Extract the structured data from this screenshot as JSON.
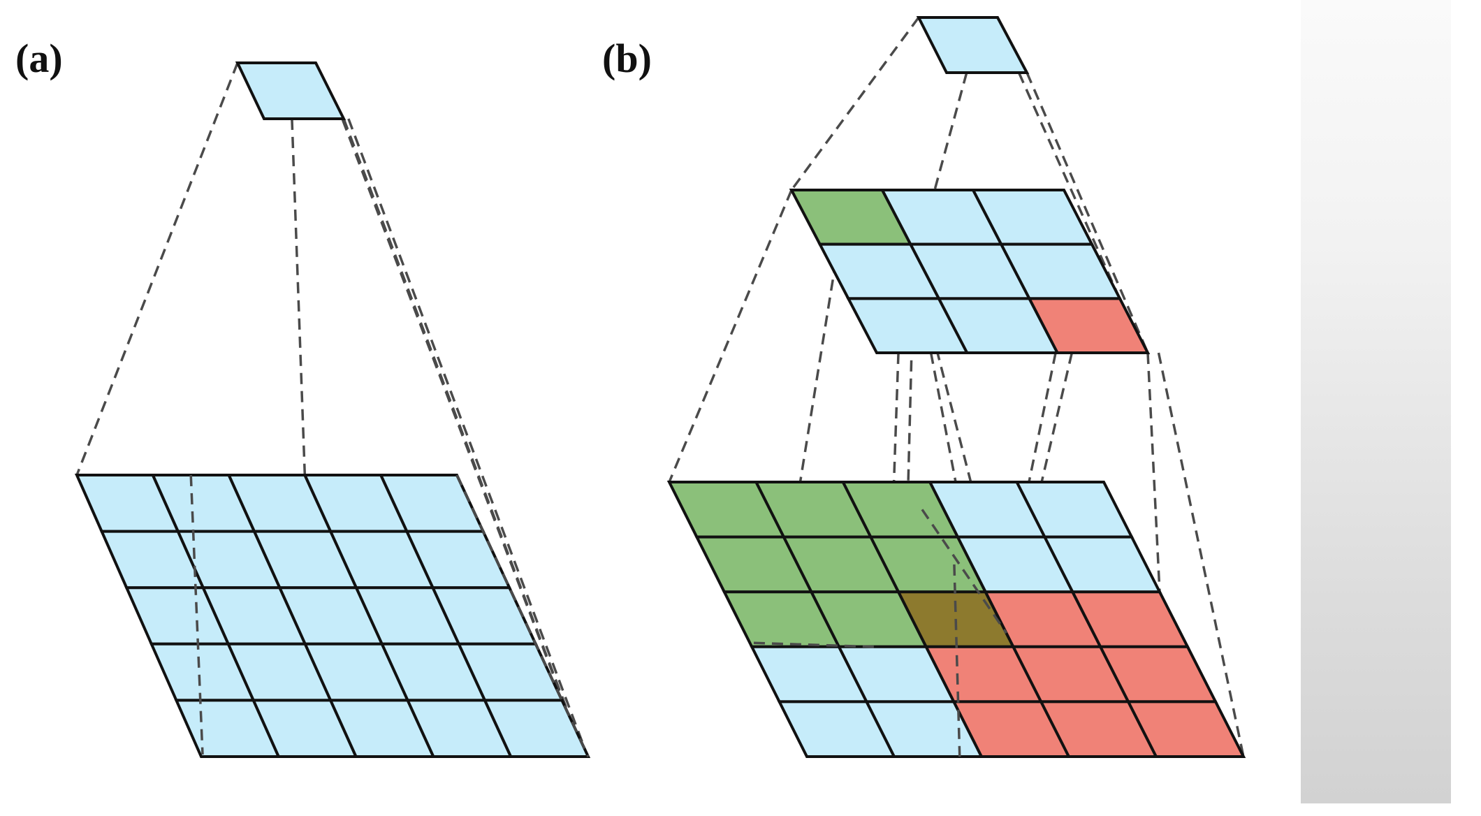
{
  "labels": {
    "a": "(a)",
    "b": "(b)"
  },
  "colors": {
    "background": "#ffffff",
    "cell_blue": "#c6ecfa",
    "cell_green": "#8bc07a",
    "cell_red": "#f08277",
    "cell_overlap": "#8d7a2e",
    "grid_line": "#111111",
    "dashed_line": "#4a4a4a"
  },
  "diagram": {
    "panel_a": {
      "input_grid": {
        "rows": 5,
        "cols": 5
      },
      "output_grid": {
        "rows": 1,
        "cols": 1
      }
    },
    "panel_b": {
      "input_grid": {
        "rows": 5,
        "cols": 5,
        "green_region": {
          "rows": [
            0,
            2
          ],
          "cols": [
            0,
            2
          ]
        },
        "red_region": {
          "rows": [
            2,
            4
          ],
          "cols": [
            2,
            4
          ]
        },
        "overlap_cell": {
          "row": 2,
          "col": 2
        }
      },
      "middle_grid": {
        "rows": 3,
        "cols": 3,
        "green_cell": {
          "row": 0,
          "col": 0
        },
        "red_cell": {
          "row": 2,
          "col": 2
        }
      },
      "output_grid": {
        "rows": 1,
        "cols": 1
      }
    }
  }
}
